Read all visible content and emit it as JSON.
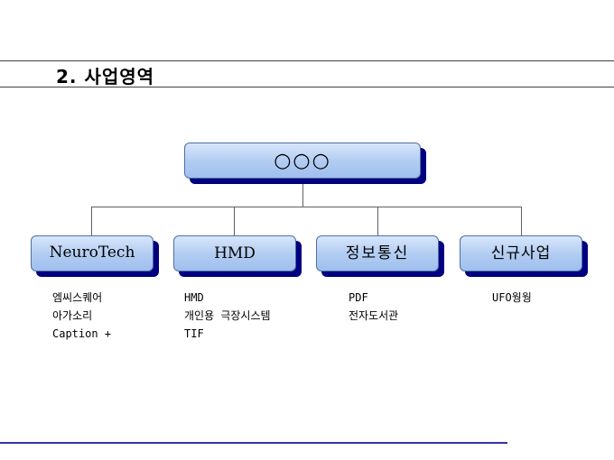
{
  "page": {
    "title": "2. 사업영역"
  },
  "org_chart": {
    "root": {
      "label": "○○○"
    },
    "branches": [
      {
        "label": "NeuroTech",
        "items": [
          "엠씨스퀘어",
          "아가소리",
          "Caption +"
        ]
      },
      {
        "label": "HMD",
        "items": [
          "HMD",
          "개인용 극장시스템",
          "TIF"
        ]
      },
      {
        "label": "정보통신",
        "items": [
          "PDF",
          "전자도서관"
        ]
      },
      {
        "label": "신규사업",
        "items": [
          "UFO웡웡"
        ]
      }
    ]
  },
  "colors": {
    "box_fill": "#b3cdf2",
    "box_shadow": "#000080",
    "connector": "#606060",
    "bottom_rule": "#3333aa"
  }
}
